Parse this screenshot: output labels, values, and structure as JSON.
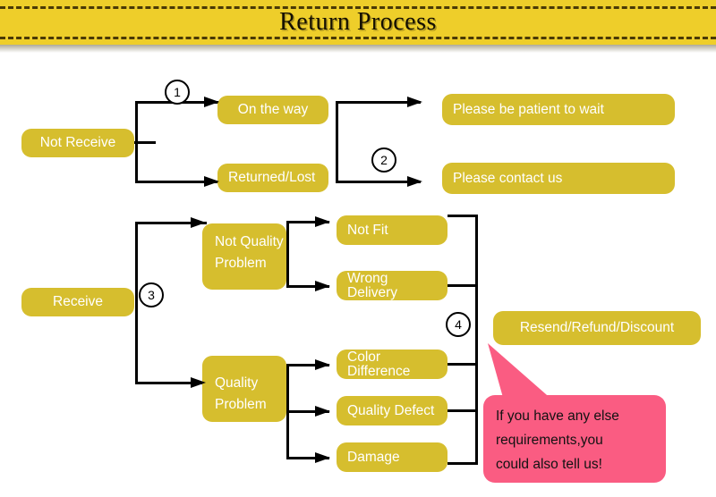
{
  "header": {
    "title": "Return Process"
  },
  "flow": {
    "not_receive": {
      "source": "Not Receive",
      "marker1": "1",
      "marker2": "2",
      "branches": [
        {
          "state": "On the way",
          "action": "Please be patient to wait"
        },
        {
          "state": "Returned/Lost",
          "action": "Please contact us"
        }
      ]
    },
    "receive": {
      "source": "Receive",
      "marker3": "3",
      "marker4": "4",
      "categories": [
        {
          "label": "Not Quality Problem",
          "reasons": [
            "Not Fit",
            "Wrong Delivery"
          ]
        },
        {
          "label": "Quality Problem",
          "reasons": [
            "Color Difference",
            "Quality Defect",
            "Damage"
          ]
        }
      ],
      "outcome": "Resend/Refund/Discount"
    }
  },
  "callout": {
    "line1": "If you have any else",
    "line2": "requirements,you",
    "line3": "could also tell us!"
  },
  "colors": {
    "banner": "#EECE2A",
    "node": "#D6BE2E",
    "callout": "#FA5C82",
    "line": "#000000",
    "node_text": "#FFFFFF"
  }
}
